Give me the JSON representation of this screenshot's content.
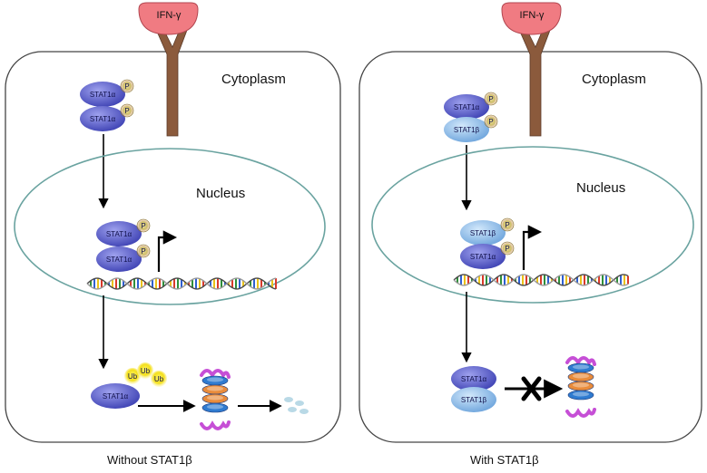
{
  "panels": [
    {
      "id": "left",
      "receptor_label": "IFN-γ",
      "cytoplasm_label": "Cytoplasm",
      "nucleus_label": "Nucleus",
      "cyto_dimer": [
        "STAT1α",
        "STAT1α"
      ],
      "nuc_dimer": [
        "STAT1α",
        "STAT1α"
      ],
      "bottom_molecule": "STAT1α",
      "ub_tags": [
        "Ub",
        "Ub",
        "Ub"
      ],
      "caption": "Without STAT1β"
    },
    {
      "id": "right",
      "receptor_label": "IFN-γ",
      "cytoplasm_label": "Cytoplasm",
      "nucleus_label": "Nucleus",
      "cyto_dimer": [
        "STAT1α",
        "STAT1β"
      ],
      "nuc_dimer": [
        "STAT1β",
        "STAT1α"
      ],
      "bottom_dimer": [
        "STAT1α",
        "STAT1β"
      ],
      "caption": "With STAT1β"
    }
  ],
  "phospho_label": "P",
  "colors": {
    "stat1a": "#5b5fcf",
    "stat1b": "#8fbde8",
    "receptor_stalk": "#8b5a3c",
    "receptor_head": "#f07b82",
    "nucleus_stroke": "#6aa3a0",
    "ub": "#f3df19",
    "proteasome_ring_blue": "#2f7bd0",
    "proteasome_ring_orange": "#e98b3a",
    "proteasome_cap": "#c64fd6"
  }
}
